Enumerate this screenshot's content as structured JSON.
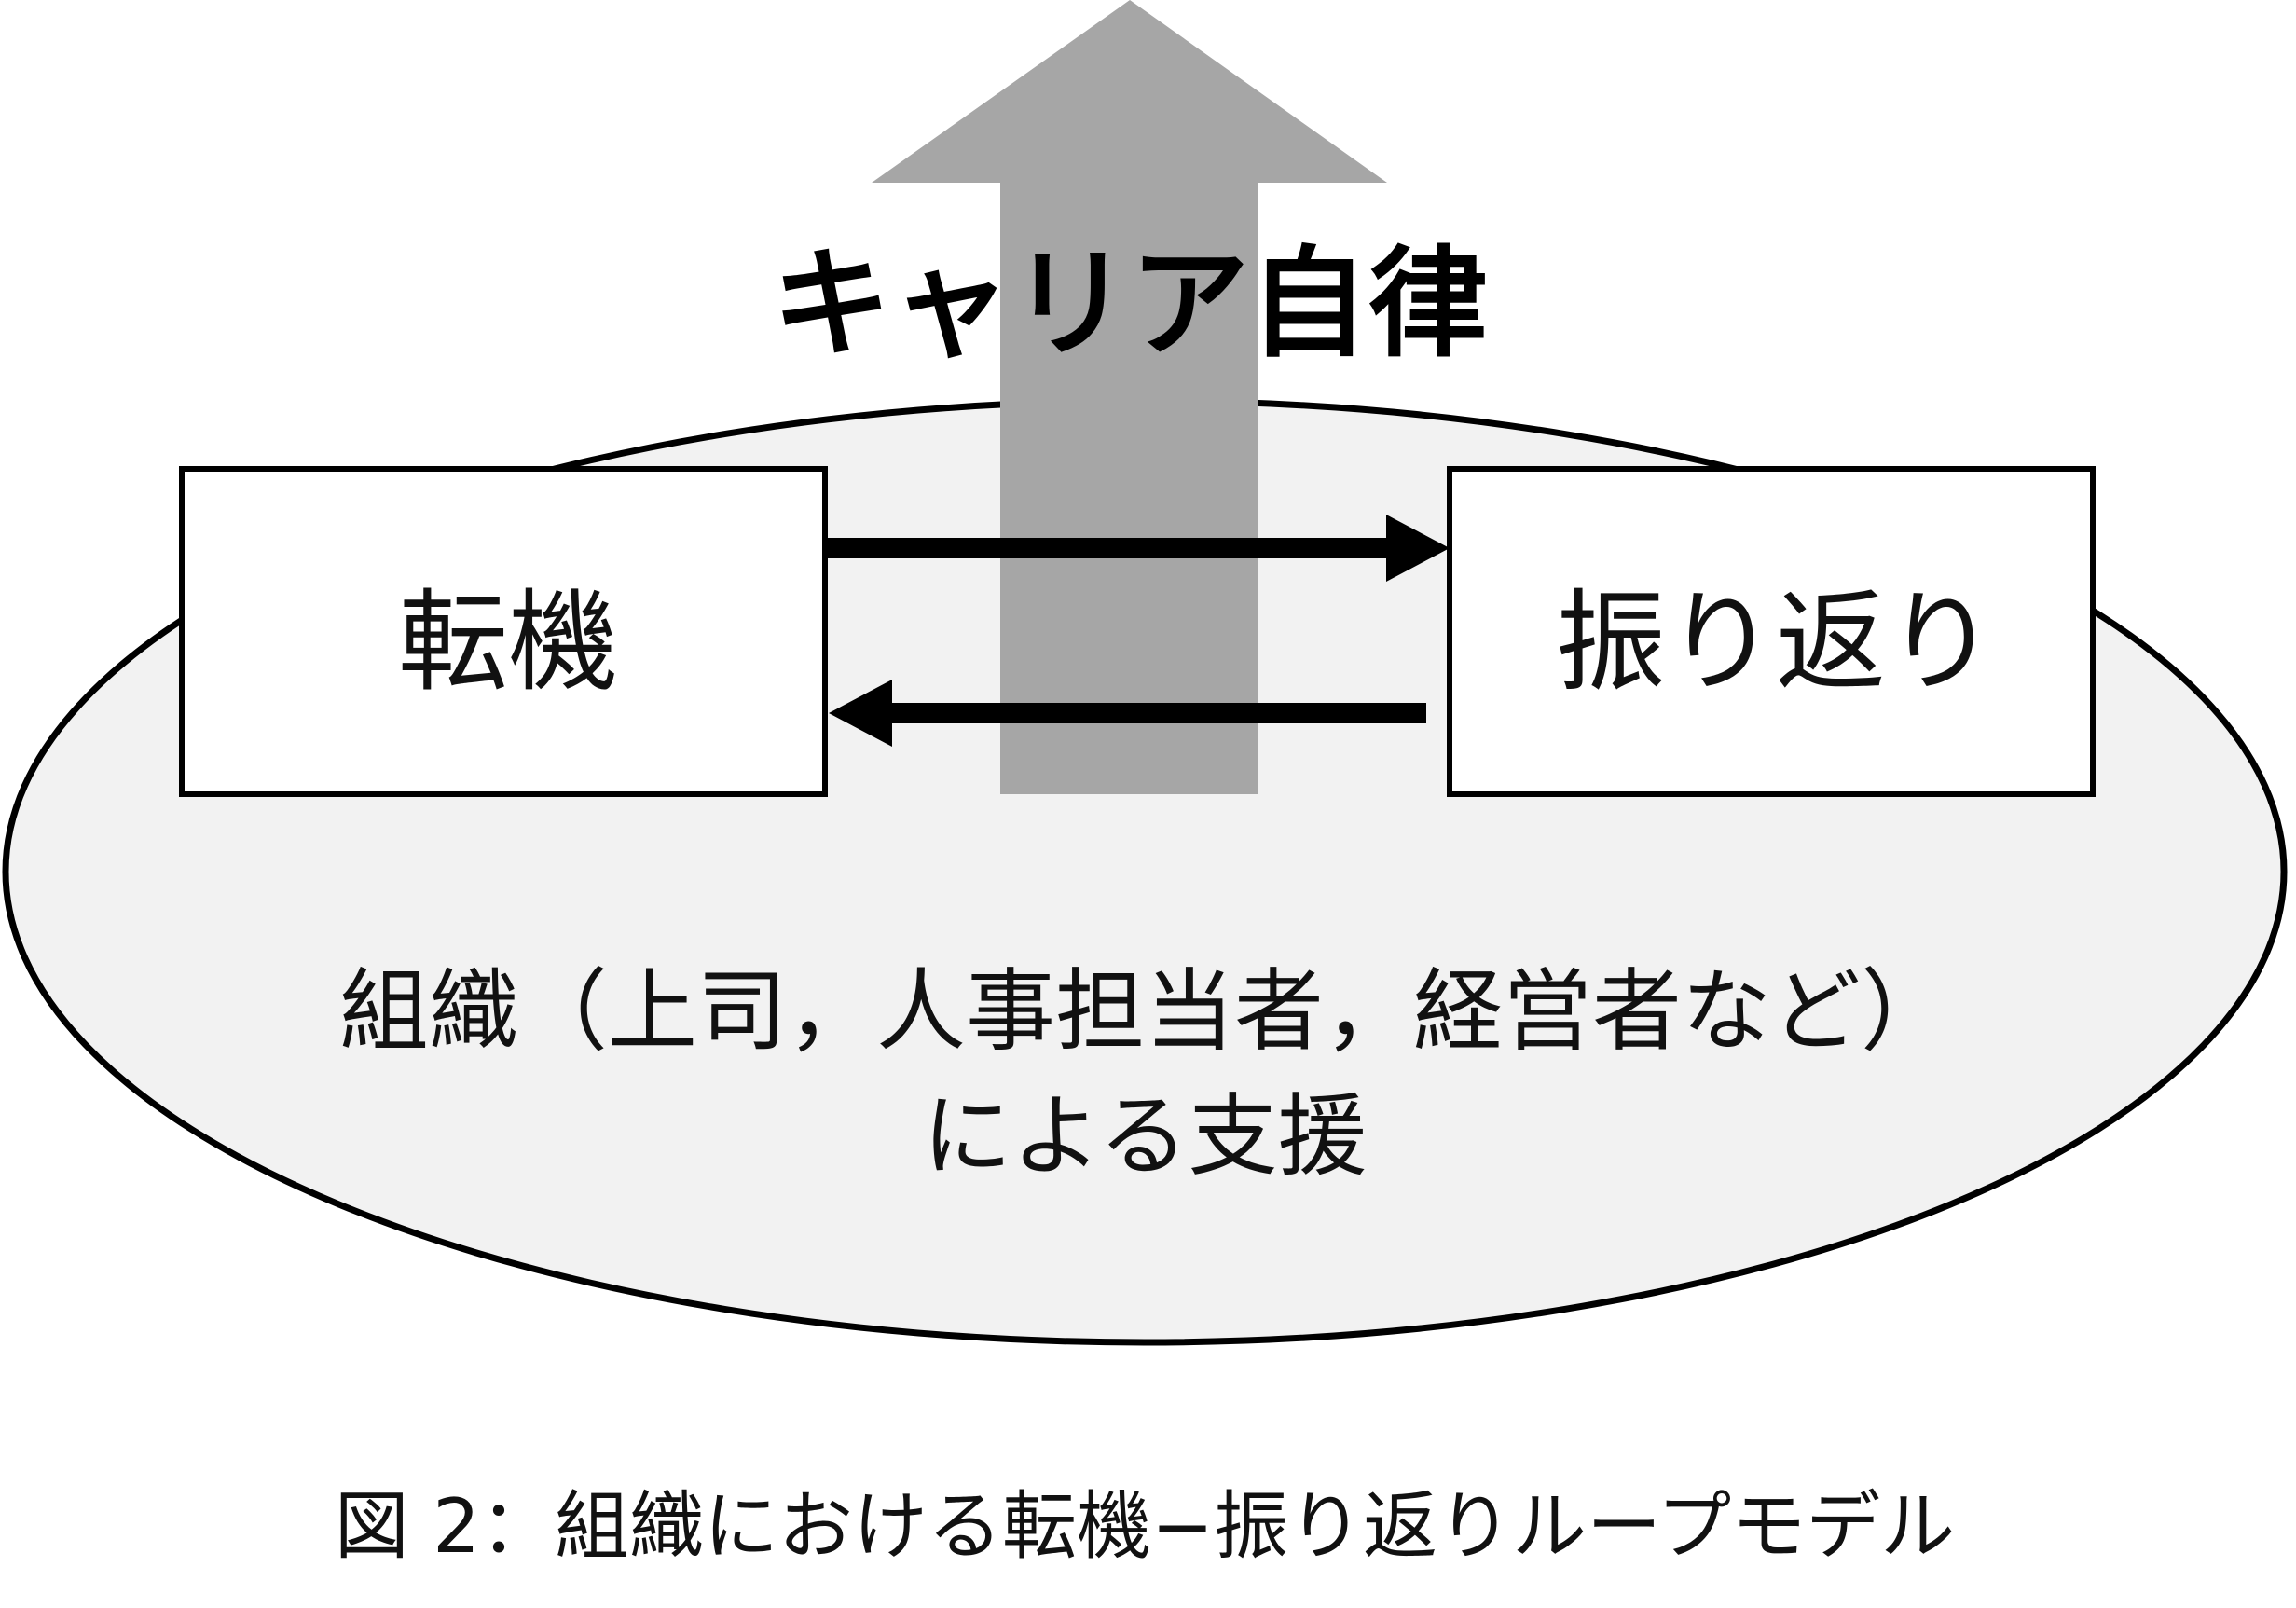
{
  "diagram": {
    "arrow_title": "キャリア自律",
    "left_box": "転機",
    "right_box": "振り返り",
    "support_line1": "組織（上司，人事担当者，経営者など）",
    "support_line2": "による支援"
  },
  "caption": "図 2：組織における転機−振り返りループモデル",
  "colors": {
    "arrow_fill": "#a6a6a6",
    "ellipse_fill": "#f2f2f2",
    "stroke": "#000000",
    "box_fill": "#ffffff"
  }
}
